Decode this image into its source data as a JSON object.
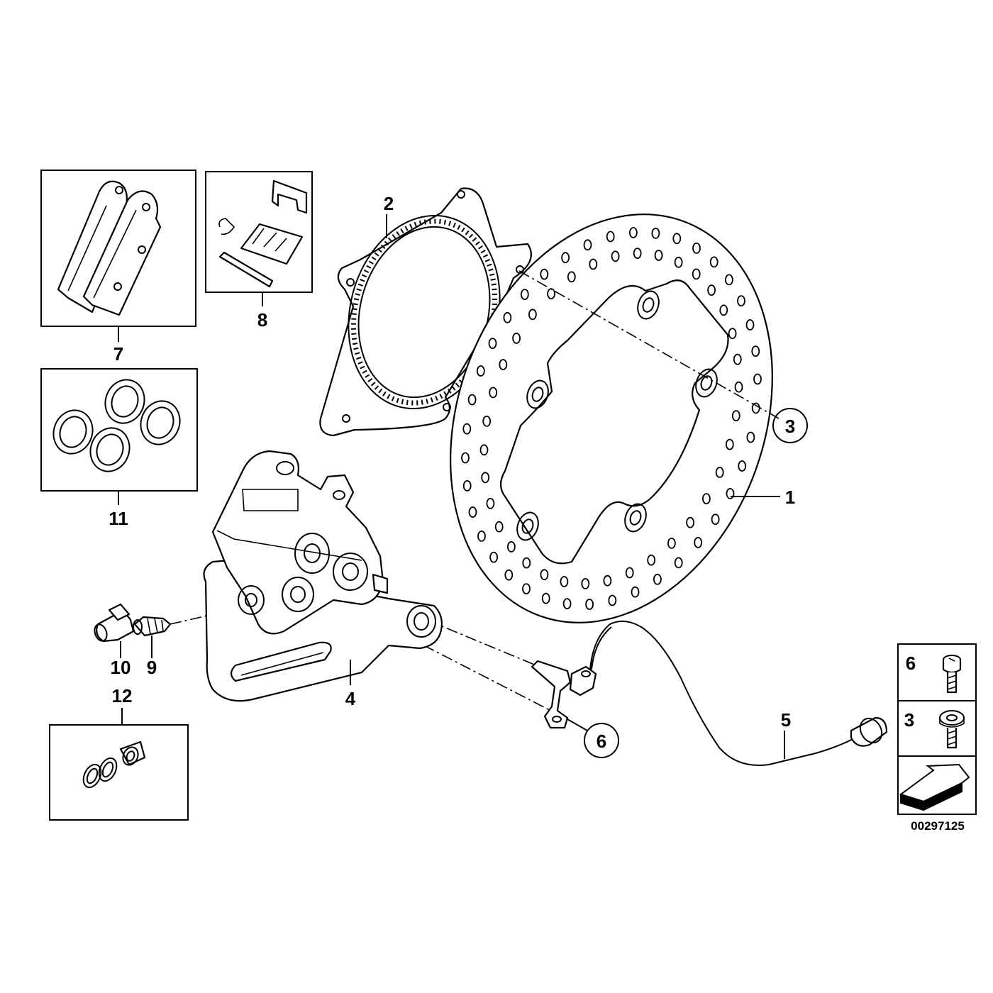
{
  "diagram_id": "00297125",
  "part_labels": {
    "p1": "1",
    "p2": "2",
    "p3": "3",
    "p4": "4",
    "p5": "5",
    "p6": "6",
    "p7": "7",
    "p8": "8",
    "p9": "9",
    "p10": "10",
    "p11": "11",
    "p12": "12"
  },
  "legend": {
    "row1": "6",
    "row2": "3"
  },
  "colors": {
    "line": "#000000",
    "background": "#ffffff"
  }
}
